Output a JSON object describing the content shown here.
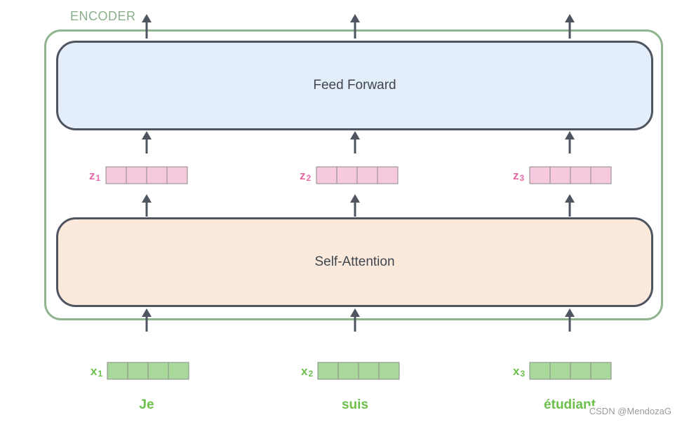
{
  "encoder": {
    "label": "ENCODER"
  },
  "layers": {
    "feed_forward": "Feed Forward",
    "self_attention": "Self-Attention"
  },
  "z_vectors": [
    {
      "label": "z",
      "sub": "1"
    },
    {
      "label": "z",
      "sub": "2"
    },
    {
      "label": "z",
      "sub": "3"
    }
  ],
  "x_vectors": [
    {
      "label": "x",
      "sub": "1"
    },
    {
      "label": "x",
      "sub": "2"
    },
    {
      "label": "x",
      "sub": "3"
    }
  ],
  "words": [
    "Je",
    "suis",
    "étudiant"
  ],
  "watermark": "CSDN @MendozaG",
  "colors": {
    "encoder_border": "#8fb48f",
    "z_cell": "#f7c9df",
    "z_label": "#e86aa8",
    "x_cell": "#a8d99a",
    "x_label": "#6cc04a",
    "arrow": "#4f5560"
  }
}
